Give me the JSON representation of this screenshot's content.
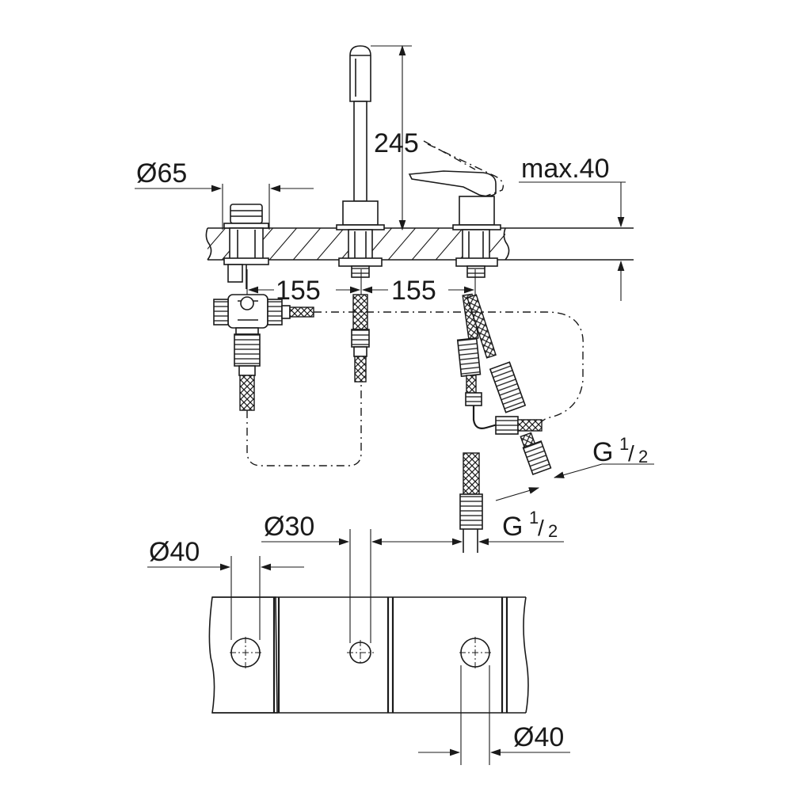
{
  "dimensions": {
    "diameter_hand_shower_hole": "Ø65",
    "hand_shower_height": "245",
    "deck_thickness": "max.40",
    "spacing_left": "155",
    "spacing_right": "155",
    "thread_outlet": "G",
    "thread_supply": "G",
    "diameter_center_hole": "Ø30",
    "diameter_left_hole": "Ø40",
    "diameter_right_hole": "Ø40"
  },
  "thread_fraction": {
    "numerator": "1",
    "denominator": "2",
    "slash": "/"
  }
}
